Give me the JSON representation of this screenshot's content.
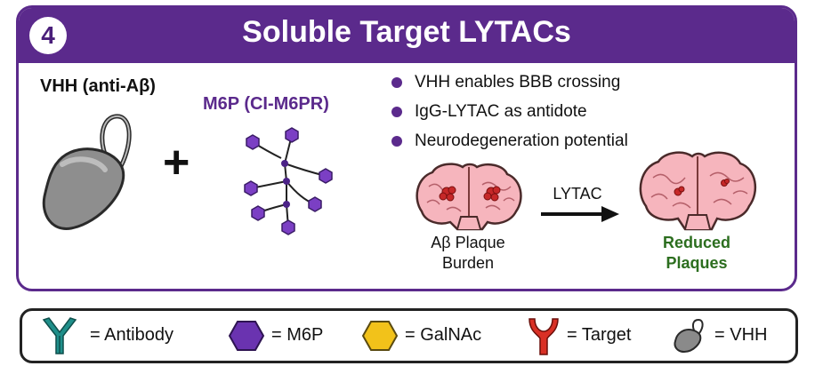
{
  "header": {
    "step": "4",
    "title": "Soluble Target LYTACs"
  },
  "components": {
    "vhh_label": "VHH (anti-Aβ)",
    "plus": "+",
    "m6p_label": "M6P (CI-M6PR)"
  },
  "bullets": [
    "VHH enables BBB crossing",
    "IgG-LYTAC as antidote",
    "Neurodegeneration potential"
  ],
  "outcome": {
    "before_line1": "Aβ Plaque",
    "before_line2": "Burden",
    "arrow_label": "LYTAC",
    "after_line1": "Reduced",
    "after_line2": "Plaques"
  },
  "legend": [
    {
      "icon": "antibody-icon",
      "label": "= Antibody",
      "color": "#1f8f8a"
    },
    {
      "icon": "m6p-hexagon-icon",
      "label": "= M6P",
      "color": "#6a33b0"
    },
    {
      "icon": "galnac-hexagon-icon",
      "label": "= GalNAc",
      "color": "#f2c21a"
    },
    {
      "icon": "target-icon",
      "label": "= Target",
      "color": "#d93025"
    },
    {
      "icon": "vhh-icon",
      "label": "= VHH",
      "color": "#8a8a8a"
    }
  ],
  "colors": {
    "accent": "#5b2a8c",
    "reduced_text": "#2c6e1f",
    "plaque": "#c62828",
    "brain": "#f6b5bd"
  }
}
